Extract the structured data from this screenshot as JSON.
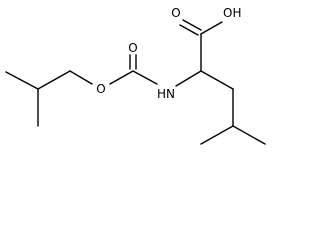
{
  "diagram": {
    "type": "skeletal-formula",
    "line_color": "#000000",
    "background": "#ffffff",
    "atom_labels": {
      "carboxyl_hydroxyl": "OH",
      "carboxyl_oxygen": "O",
      "carbamate_carbonyl_oxygen": "O",
      "ester_oxygen": "O",
      "amine": "HN"
    }
  }
}
